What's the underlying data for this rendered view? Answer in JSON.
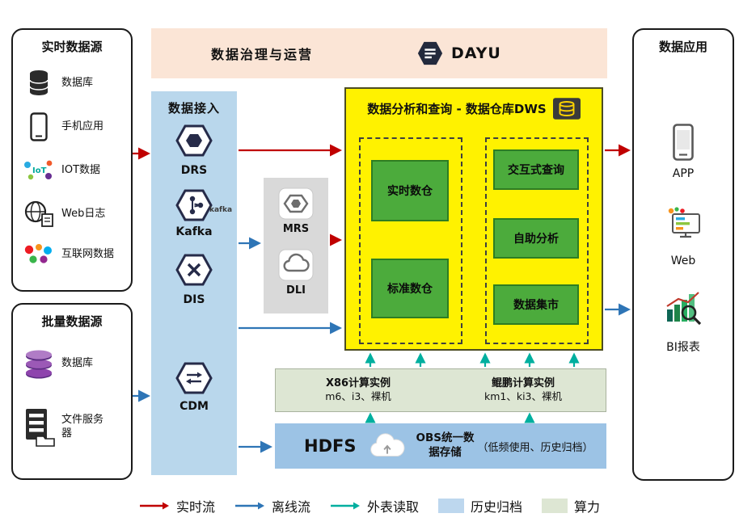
{
  "banner": {
    "title": "数据治理与运营",
    "logo": "DAYU"
  },
  "realtime_sources": {
    "title": "实时数据源",
    "items": [
      {
        "label": "数据库",
        "icon": "database-icon"
      },
      {
        "label": "手机应用",
        "icon": "phone-icon"
      },
      {
        "label": "IOT数据",
        "icon": "iot-icon"
      },
      {
        "label": "Web日志",
        "icon": "web-log-icon"
      },
      {
        "label": "互联网数据",
        "icon": "internet-data-icon"
      }
    ]
  },
  "batch_sources": {
    "title": "批量数据源",
    "items": [
      {
        "label": "数据库",
        "icon": "purple-database-icon"
      },
      {
        "label": "文件服务器",
        "icon": "file-server-icon"
      }
    ]
  },
  "ingestion": {
    "title": "数据接入",
    "items": [
      {
        "label": "DRS",
        "icon": "drs-hexagon-icon"
      },
      {
        "label": "Kafka",
        "icon": "kafka-hexagon-icon",
        "logo_text": "kafka"
      },
      {
        "label": "DIS",
        "icon": "dis-hexagon-icon"
      },
      {
        "label": "CDM",
        "icon": "cdm-hexagon-icon"
      }
    ]
  },
  "processing": {
    "items": [
      {
        "label": "MRS",
        "icon": "mrs-icon"
      },
      {
        "label": "DLI",
        "icon": "dli-cloud-icon"
      }
    ]
  },
  "dws": {
    "title": "数据分析和查询 - 数据仓库DWS",
    "left_group": [
      {
        "label": "实时数仓"
      },
      {
        "label": "标准数仓"
      }
    ],
    "right_group": [
      {
        "label": "交互式查询"
      },
      {
        "label": "自助分析"
      },
      {
        "label": "数据集市"
      }
    ]
  },
  "compute": {
    "x86": {
      "title": "X86计算实例",
      "spec": "m6、i3、裸机"
    },
    "kunpeng": {
      "title": "鲲鹏计算实例",
      "spec": "km1、ki3、裸机"
    }
  },
  "storage": {
    "hdfs": "HDFS",
    "obs": "OBS统一数据存储",
    "note": "（低频使用、历史归档）"
  },
  "applications": {
    "title": "数据应用",
    "items": [
      {
        "label": "APP",
        "icon": "app-phone-icon"
      },
      {
        "label": "Web",
        "icon": "web-monitor-icon"
      },
      {
        "label": "BI报表",
        "icon": "bi-report-icon"
      }
    ]
  },
  "legend": {
    "realtime": "实时流",
    "offline": "离线流",
    "external": "外表读取",
    "archive": "历史归档",
    "compute": "算力"
  },
  "colors": {
    "realtime_flow": "#c00000",
    "offline_flow": "#2e75b6",
    "external_read": "#00af9f",
    "archive_bg": "#bdd7ee",
    "compute_bg": "#dde6d3",
    "dws_bg": "#fff200",
    "green_box": "#4cab3c",
    "ingestion_bg": "#b9d7ec",
    "banner_bg": "#fbe5d6",
    "storage_bg": "#9cc3e5"
  }
}
